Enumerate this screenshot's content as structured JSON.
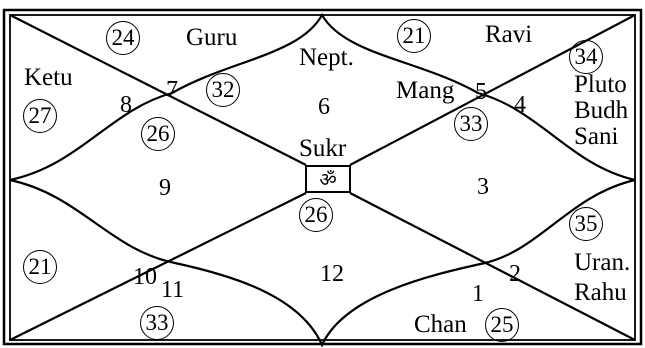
{
  "chart": {
    "houses": [
      "1",
      "2",
      "3",
      "4",
      "5",
      "6",
      "7",
      "8",
      "9",
      "10",
      "11",
      "12"
    ],
    "planets": [
      "Guru",
      "Ravi",
      "Nept.",
      "Ketu",
      "Mang",
      "Pluto",
      "Budh",
      "Sani",
      "Sukr",
      "Uran.",
      "Rahu",
      "Chan"
    ],
    "degrees": [
      "24",
      "21",
      "34",
      "32",
      "27",
      "26",
      "33",
      "26",
      "35",
      "21",
      "33",
      "25"
    ],
    "center_symbol": "ॐ"
  }
}
